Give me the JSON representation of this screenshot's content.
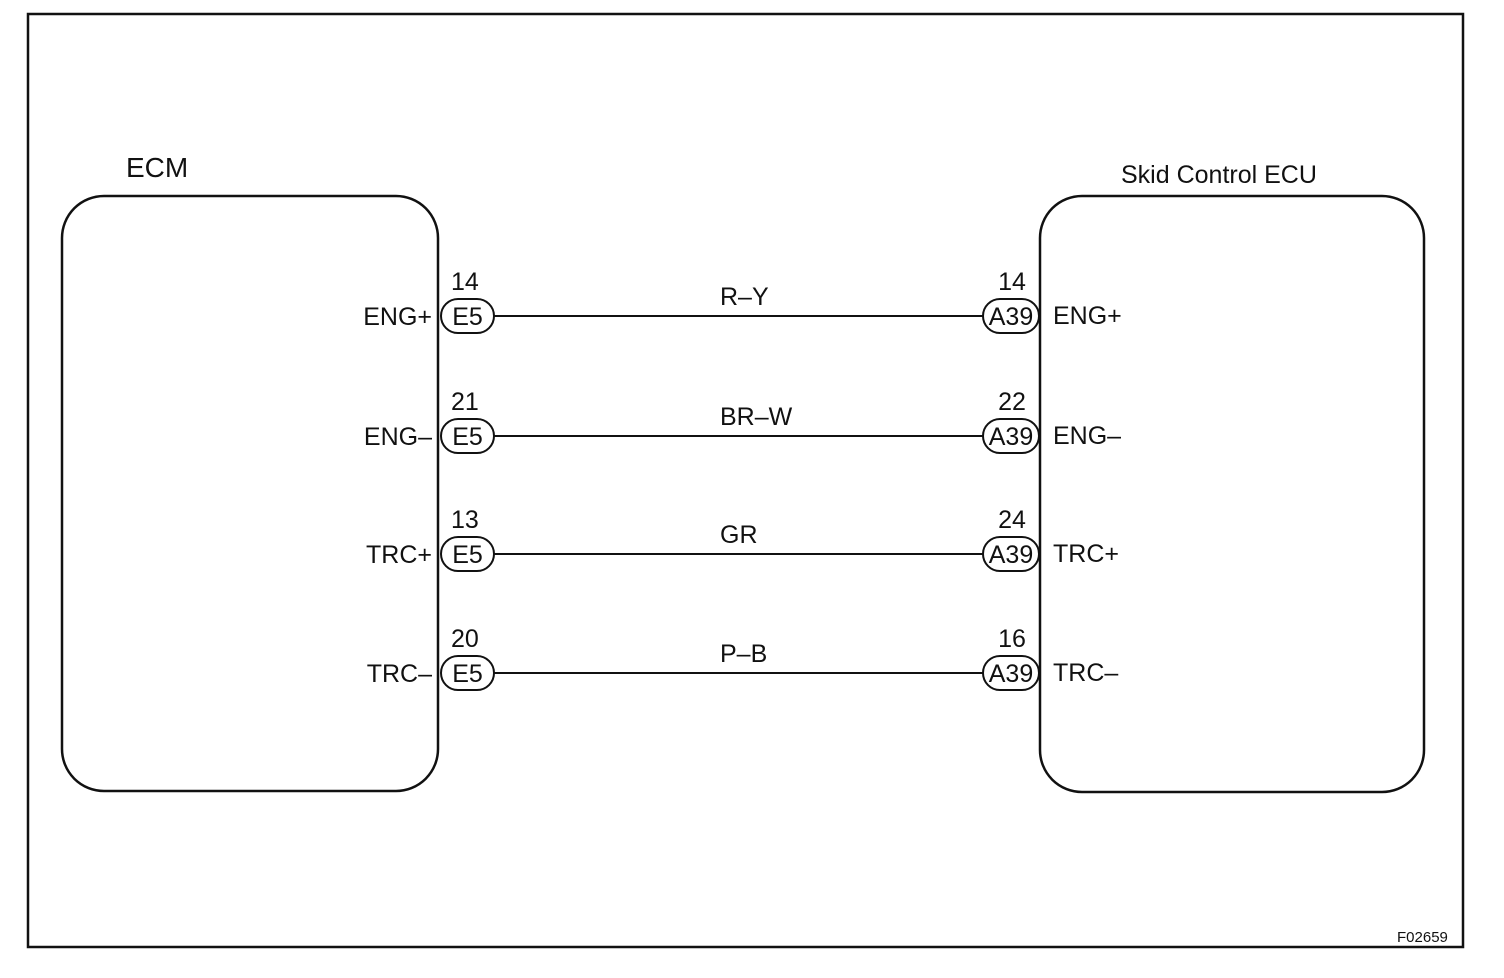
{
  "figure_id": "F02659",
  "left_unit": {
    "name": "ECM",
    "connector": "E5"
  },
  "right_unit": {
    "name": "Skid Control ECU",
    "connector": "A39"
  },
  "circuits": [
    {
      "left_pin": "14",
      "left_signal": "ENG+",
      "wire": "R–Y",
      "right_pin": "14",
      "right_signal": "ENG+"
    },
    {
      "left_pin": "21",
      "left_signal": "ENG–",
      "wire": "BR–W",
      "right_pin": "22",
      "right_signal": "ENG–"
    },
    {
      "left_pin": "13",
      "left_signal": "TRC+",
      "wire": "GR",
      "right_pin": "24",
      "right_signal": "TRC+"
    },
    {
      "left_pin": "20",
      "left_signal": "TRC–",
      "wire": "P–B",
      "right_pin": "16",
      "right_signal": "TRC–"
    }
  ]
}
